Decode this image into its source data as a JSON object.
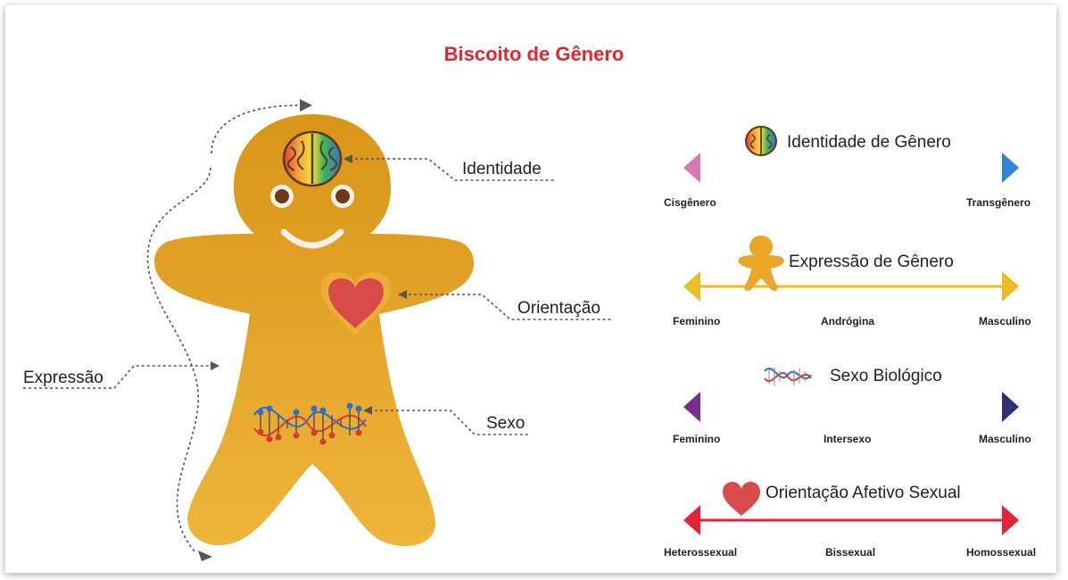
{
  "title": "Biscoito de Gênero",
  "figure_labels": {
    "identidade": "Identidade",
    "orientacao": "Orientação",
    "expressao": "Expressão",
    "sexo": "Sexo"
  },
  "scales": [
    {
      "heading": "Identidade de Gênero",
      "icon": "brain-icon",
      "left": "Cisgênero",
      "middle": "",
      "right": "Transgênero",
      "colors": [
        "#d779b7",
        "#f0c33a",
        "#2f86d6"
      ]
    },
    {
      "heading": "Expressão de Gênero",
      "icon": "gingerbread-icon",
      "left": "Feminino",
      "middle": "Andrógina",
      "right": "Masculino",
      "colors": [
        "#e8be22",
        "#e8be22",
        "#e8be22"
      ]
    },
    {
      "heading": "Sexo Biológico",
      "icon": "dna-icon",
      "left": "Feminino",
      "middle": "Intersexo",
      "right": "Masculino",
      "colors": [
        "#7a2c8f",
        "#7a4fa8",
        "#2f2f78"
      ]
    },
    {
      "heading": "Orientação Afetivo Sexual",
      "icon": "heart-icon",
      "left": "Heterossexual",
      "middle": "Bissexual",
      "right": "Homossexual",
      "colors": [
        "#e22434",
        "#e22434",
        "#e22434"
      ]
    }
  ]
}
